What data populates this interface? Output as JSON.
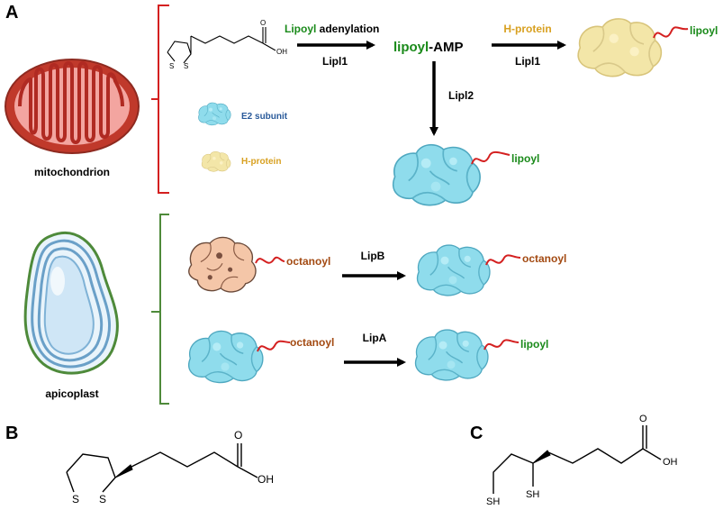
{
  "panels": {
    "a": "A",
    "b": "B",
    "c": "C"
  },
  "organelles": {
    "mito": "mitochondrion",
    "apico": "apicoplast"
  },
  "mito_pathway": {
    "step1_word": "Lipoyl",
    "step1_rest": " adenylation",
    "step1_enzyme": "Lipl1",
    "intermediate_word": "lipoyl",
    "intermediate_rest": "-AMP",
    "step2_substrate": "H-protein",
    "step2_enzyme": "Lipl1",
    "step3_enzyme": "Lipl2",
    "product_label_h": "lipoyl",
    "product_label_e2": "lipoyl"
  },
  "legend": {
    "e2": "E2 subunit",
    "h": "H-protein"
  },
  "apico_pathway": {
    "row1_sub_label": "octanoyl",
    "row1_enzyme": "LipB",
    "row1_prod_label": "octanoyl",
    "row2_sub_label": "octanoyl",
    "row2_enzyme": "LipA",
    "row2_prod_label": "lipoyl"
  },
  "molecules": {
    "small_oh": "OH",
    "small_o": "O",
    "small_s1": "S",
    "small_s2": "S",
    "b_oh": "OH",
    "b_o": "O",
    "b_s1": "S",
    "b_s2": "S",
    "c_oh": "OH",
    "c_o": "O",
    "c_sh1": "SH",
    "c_sh2": "SH"
  },
  "colors": {
    "green": "#1a8a1a",
    "gold": "#d8a020",
    "octanoyl": "#a34a12",
    "e2_blue": "#2a5a9a",
    "e2_fill": "#8fdcec",
    "h_fill": "#f3e6a8",
    "lipb_fill": "#f4c6a8",
    "linker": "#d42020",
    "mito_red": "#c0392b",
    "apico_green": "#4e8a3a"
  }
}
